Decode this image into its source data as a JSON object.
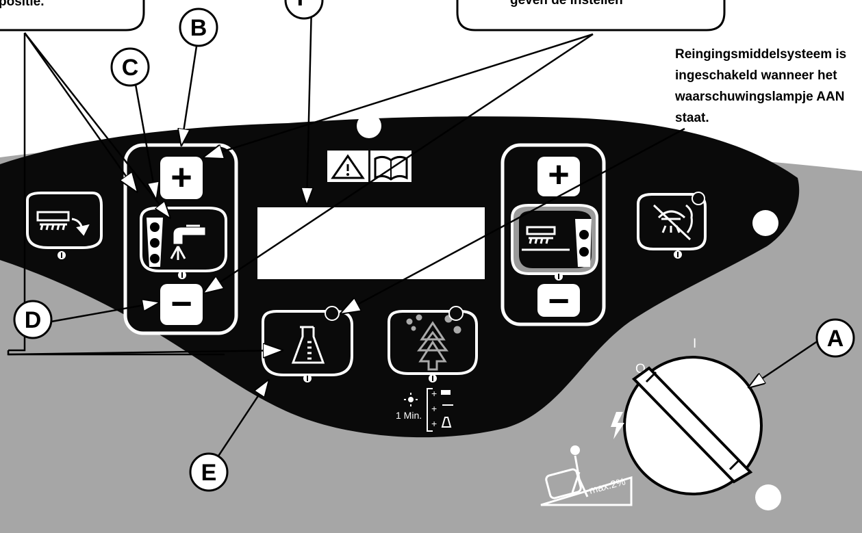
{
  "callouts": {
    "top_left_tail": "positie.",
    "top_right_tail": "geven de instellen",
    "detergent_note": [
      "Reingingsmiddelsysteem is",
      "ingeschakeld wanneer het",
      "waarschuwingslampje AAN",
      "staat."
    ]
  },
  "labels": {
    "A": "A",
    "B": "B",
    "C": "C",
    "D": "D",
    "E": "E",
    "F": "F"
  },
  "panel": {
    "plus_symbol": "+",
    "minus_symbol": "−",
    "timer_text": "1 Min.",
    "timer_plus": "+",
    "slope_text": "max.2%",
    "key_off": "O",
    "key_on": "I",
    "power_symbol": "⏻"
  },
  "icons": [
    "brush-deck-raise-icon",
    "water-flow-icon",
    "warning-triangle-icon",
    "manual-book-icon",
    "scrub-brush-pressure-icon",
    "vacuum-off-icon",
    "detergent-flask-icon",
    "eco-mode-icon",
    "key-switch-icon",
    "lightning-icon",
    "slope-limit-icon"
  ],
  "colors": {
    "panel_black": "#0a0a0a",
    "panel_grey": "#a6a6a6",
    "frame_white": "#ffffff",
    "inner_grey": "#9a9a9a"
  }
}
